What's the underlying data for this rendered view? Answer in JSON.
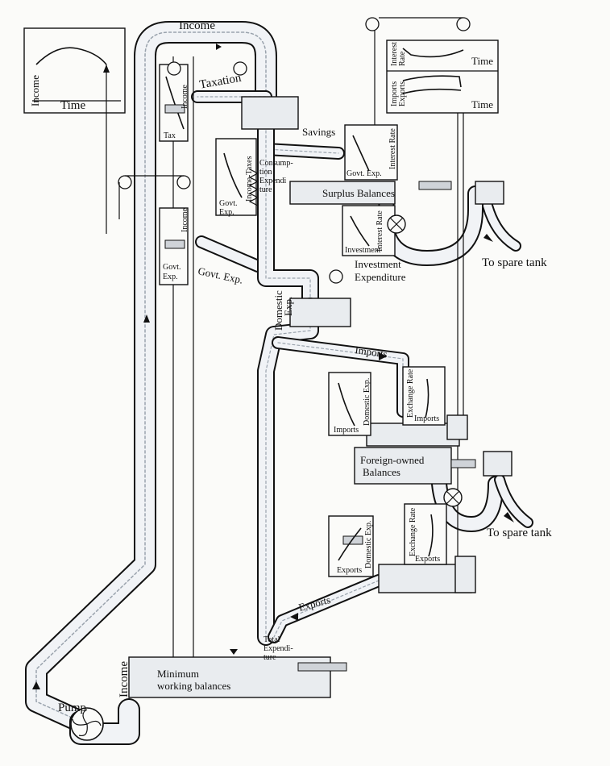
{
  "labels": {
    "income_top": "Income",
    "taxation": "Taxation",
    "savings": "Savings",
    "surplus_balances": "Surplus Balances",
    "consumption_expenditure_1": "Consump-",
    "consumption_expenditure_2": "tion",
    "consumption_expenditure_3": "Expendi",
    "consumption_expenditure_4": "ture",
    "govt_exp_flow": "Govt. Exp.",
    "investment_1": "Investment",
    "investment_2": "Expenditure",
    "domestic_exp_1": "Domestic",
    "domestic_exp_2": "Exp.",
    "imports_flow": "Imports",
    "exports_flow": "Exports",
    "foreign_balances_1": "Foreign-owned",
    "foreign_balances_2": "Balances",
    "spare_tank_1": "To spare tank",
    "spare_tank_2": "To spare tank",
    "total_exp_1": "Total",
    "total_exp_2": "Expendi-",
    "total_exp_3": "ture",
    "min_balances_1": "Minimum",
    "min_balances_2": "working balances",
    "pump": "Pump",
    "income_vertical": "Income"
  },
  "graphs": {
    "income_graph": {
      "y_label": "Income",
      "x_label": "Time"
    },
    "rate_graph": {
      "y_label_1": "Interest",
      "y_label_2": "Rate",
      "x_label": "Time"
    },
    "trade_graph": {
      "y_label_1": "Imports",
      "y_label_2": "Exports",
      "x_label": "Time"
    }
  },
  "boxes": {
    "tax_box": {
      "top": "Income",
      "bottom": "Tax"
    },
    "govt_box": {
      "top": "Income",
      "bottom": "Govt.",
      "bottom2": "Exp."
    },
    "income_taxes_box": {
      "top": "Income-Taxes",
      "bottom": "Govt.",
      "bottom2": "Exp."
    },
    "govt_exp_rate_box": {
      "top": "Interest Rate",
      "bottom": "Govt. Exp."
    },
    "investment_box": {
      "top": "Interest Rate",
      "bottom": "Investment"
    },
    "imports_dom_box": {
      "top": "Domestic Exp.",
      "bottom": "Imports"
    },
    "imports_fx_box": {
      "top": "Exchange Rate",
      "bottom": "Imports"
    },
    "exports_dom_box": {
      "top": "Domestic Exp.",
      "bottom": "Exports"
    },
    "exports_fx_box": {
      "top": "Exchange Rate",
      "bottom": "Exports"
    }
  },
  "colors": {
    "ink": "#111111",
    "water": "#9aa3ad",
    "pipe_fill": "#f1f3f6",
    "paper": "#fbfbf9"
  }
}
